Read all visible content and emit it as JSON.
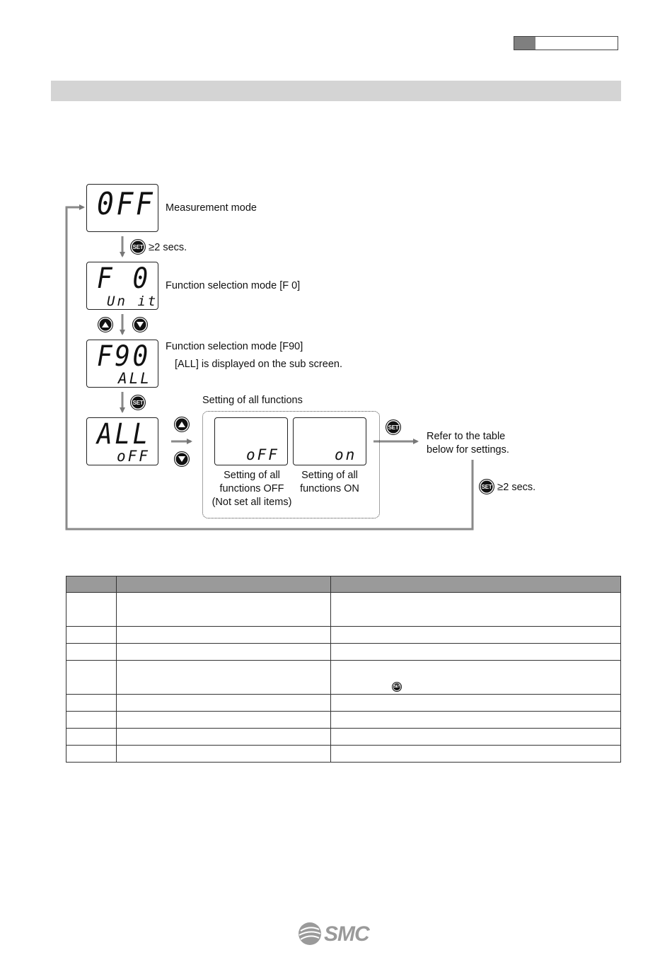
{
  "displays": {
    "measurement": {
      "main": "0FF",
      "sub": ""
    },
    "function_f0": {
      "main": "F 0",
      "sub": "Un it"
    },
    "function_f90": {
      "main": "F90",
      "sub": "ALL"
    },
    "all": {
      "main": "ALL",
      "sub": "oFF"
    },
    "option_off": {
      "sub": "oFF"
    },
    "option_on": {
      "sub": "on"
    }
  },
  "flow": {
    "measurement_mode": "Measurement mode",
    "key_set": "SET",
    "hold_label": "2 secs.",
    "function_f0_label": "Function selection mode [F 0]",
    "function_f90_label": "Function selection mode [F90]",
    "f90_note": "[ALL] is displayed on the sub screen.",
    "setting_all_title": "Setting of all functions",
    "option_off_label": "Setting of all functions OFF (Not set all items)",
    "option_off_line1": "Setting of all",
    "option_off_line2": "functions OFF",
    "option_off_line3": "(Not set all items)",
    "option_on_line1": "Setting of all",
    "option_on_line2": "functions ON",
    "refer_line1": "Refer to the table",
    "refer_line2": "below for settings.",
    "return_hold_label": "2 secs."
  },
  "table": {
    "rows": 8,
    "icon_in_row": 4,
    "icon_label": "SET"
  },
  "footer": {
    "logo_text": "SMC"
  }
}
